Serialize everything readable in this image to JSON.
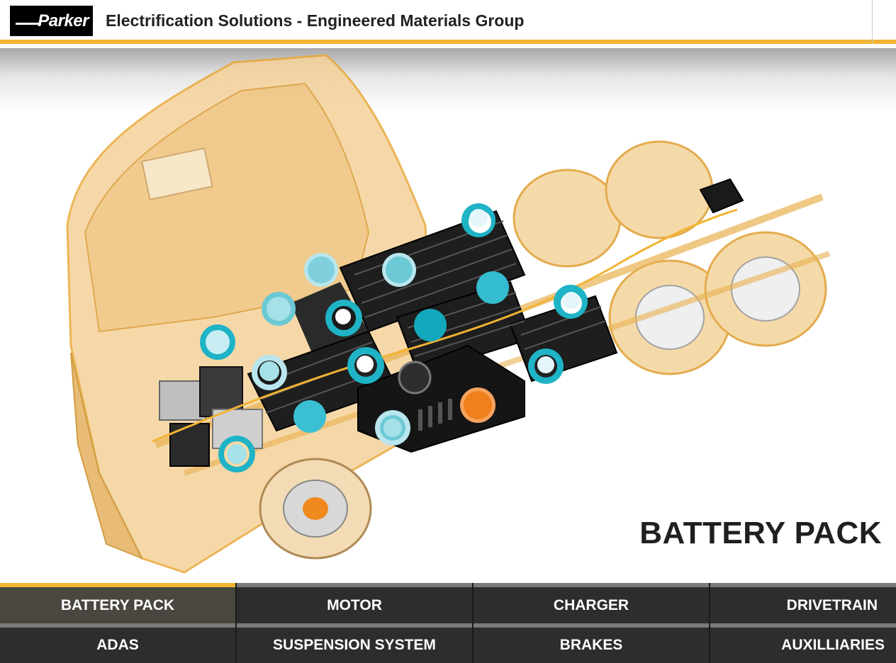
{
  "header": {
    "logo_text": "Parker",
    "title": "Electrification Solutions - Engineered Materials Group"
  },
  "section": {
    "title": "BATTERY PACK"
  },
  "nav": {
    "row1": [
      "BATTERY PACK",
      "MOTOR",
      "CHARGER",
      "DRIVETRAIN"
    ],
    "row2": [
      "ADAS",
      "SUSPENSION SYSTEM",
      "BRAKES",
      "AUXILLIARIES"
    ],
    "active": "BATTERY PACK"
  },
  "colors": {
    "accent": "#f1b434",
    "hotspot_teal": "#1fb3c6",
    "hotspot_orange": "#f07f1e",
    "nav_bg": "#2d2d2d"
  }
}
